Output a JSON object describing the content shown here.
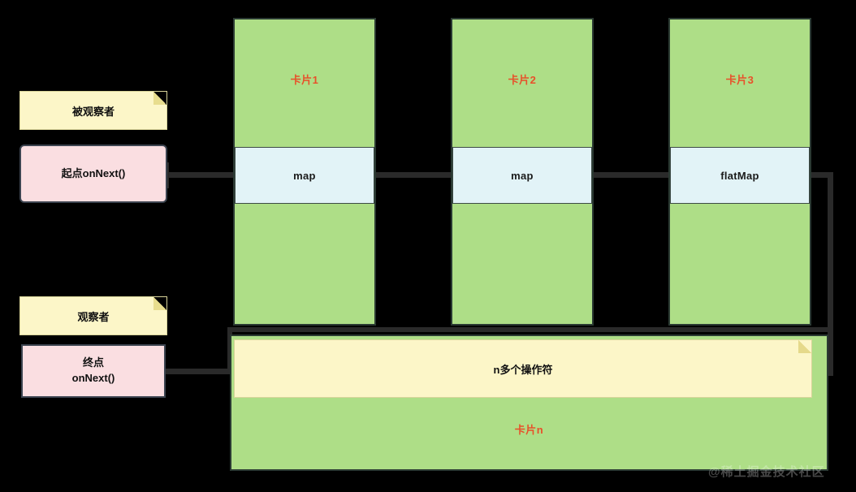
{
  "diagram": {
    "background_color": "#000000",
    "card_color": "#aede87",
    "operator_color": "#e2f3f7",
    "note_color": "#fcf6c8",
    "endpoint_color": "#fadee1",
    "card_label_color": "#e8502a",
    "connector_color": "#2a2a2a"
  },
  "notes": {
    "observable": "被观察者",
    "observer": "观察者",
    "many_operators": "n多个操作符"
  },
  "endpoints": {
    "start": "起点onNext()",
    "end_line1": "终点",
    "end_line2": "onNext()"
  },
  "cards": [
    {
      "label": "卡片1",
      "operator": "map"
    },
    {
      "label": "卡片2",
      "operator": "map"
    },
    {
      "label": "卡片3",
      "operator": "flatMap"
    }
  ],
  "bottom_card": {
    "label": "卡片n"
  },
  "watermark": {
    "text": "@稀土掘金技术社区"
  }
}
